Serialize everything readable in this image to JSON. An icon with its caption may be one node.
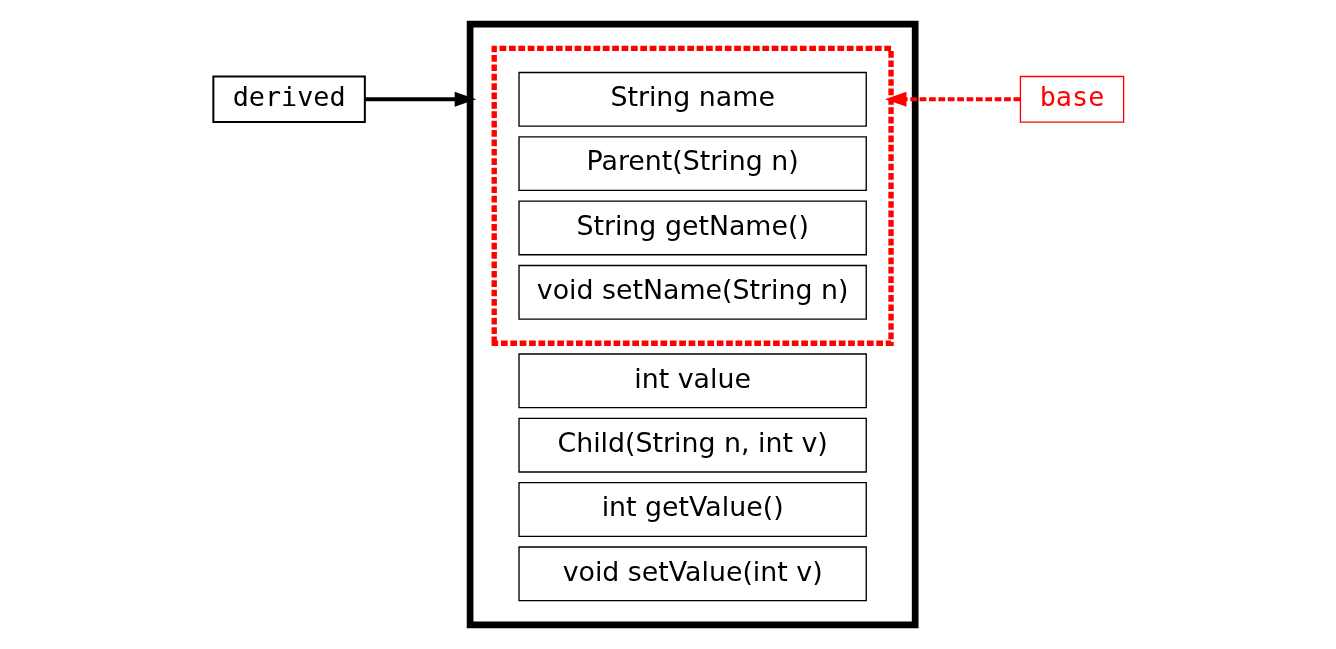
{
  "diagram": {
    "nodes": [
      {
        "text": [],
        "shape": "box"
      },
      {
        "text": [],
        "shape": "box",
        "in": 0
      },
      {
        "text": [
          "String name"
        ],
        "in": 1
      },
      {
        "text": [
          "Parent(String n)"
        ],
        "in": 1
      },
      {
        "text": [
          "String getName()"
        ],
        "in": 1
      },
      {
        "text": [
          "void setName(String n)"
        ],
        "in": 1
      },
      {
        "text": [
          "int value"
        ],
        "in": 0
      },
      {
        "text": [
          "Child(String n, int v)"
        ],
        "in": 0
      },
      {
        "text": [
          "int getValue()"
        ],
        "in": 0
      },
      {
        "text": [
          "void setValue(int v)"
        ],
        "in": 0
      },
      {
        "text": [
          "derived"
        ]
      },
      {
        "text": [
          "base"
        ]
      }
    ],
    "edges": [
      {
        "from": 10,
        "to": 0,
        "arrow": "to"
      },
      {
        "from": 11,
        "to": 1,
        "arrow": "to",
        "style": "dashed",
        "color": "#ff0000"
      }
    ]
  }
}
